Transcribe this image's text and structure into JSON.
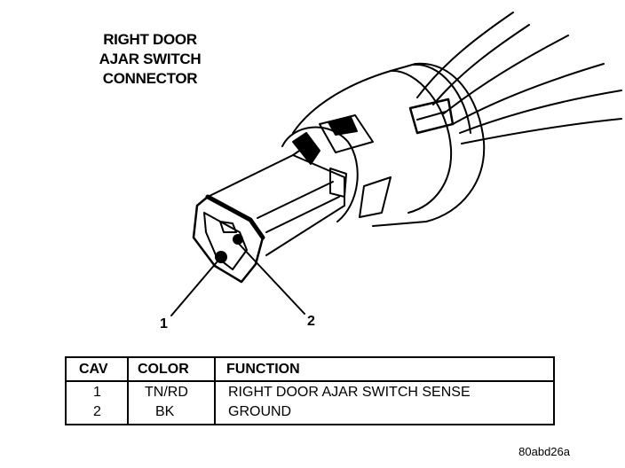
{
  "title": {
    "line1": "RIGHT DOOR",
    "line2": "AJAR SWITCH",
    "line3": "CONNECTOR"
  },
  "callouts": {
    "cavity1": "1",
    "cavity2": "2"
  },
  "table": {
    "headers": [
      "CAV",
      "COLOR",
      "FUNCTION"
    ],
    "rows": [
      [
        "1",
        "TN/RD",
        "RIGHT DOOR AJAR SWITCH SENSE"
      ],
      [
        "2",
        "BK",
        "GROUND"
      ]
    ]
  },
  "figure_ref": "80abd26a"
}
